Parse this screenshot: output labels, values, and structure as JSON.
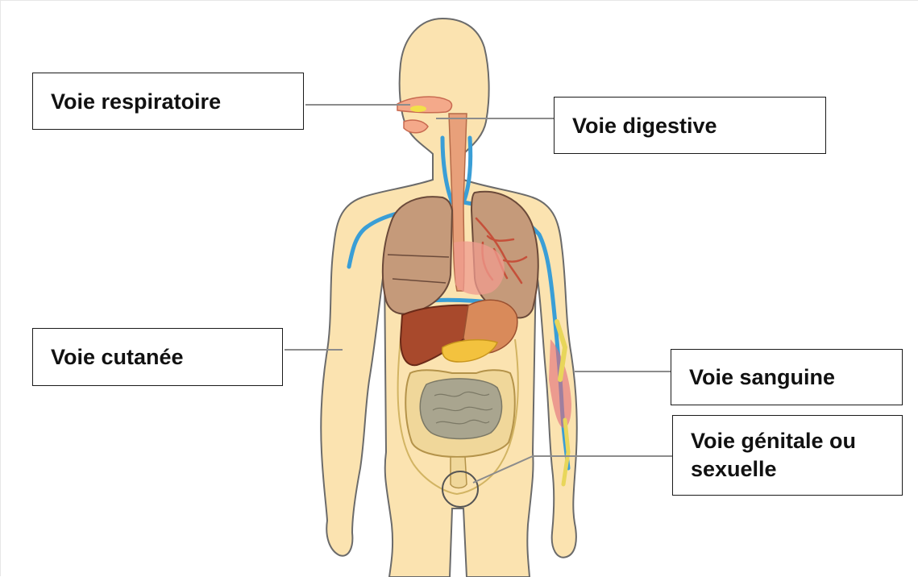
{
  "labels": {
    "respiratoire": "Voie respiratoire",
    "digestive": "Voie digestive",
    "cutanee": "Voie cutanée",
    "sanguine": "Voie sanguine",
    "genitale": "Voie génitale ou sexuelle"
  },
  "colors": {
    "skin": "#fbe3b0",
    "skin_outline": "#6b6b6b",
    "lungs": "#c59a7a",
    "airway": "#e8a07a",
    "liver": "#a8492c",
    "stomach": "#d98a5a",
    "pancreas": "#f3c23e",
    "small_intestine": "#a9a58f",
    "large_intestine": "#f0d79a",
    "veins": "#3a9ed6",
    "artery": "#e26a7a",
    "leader_lines": "#8c8c8c"
  }
}
